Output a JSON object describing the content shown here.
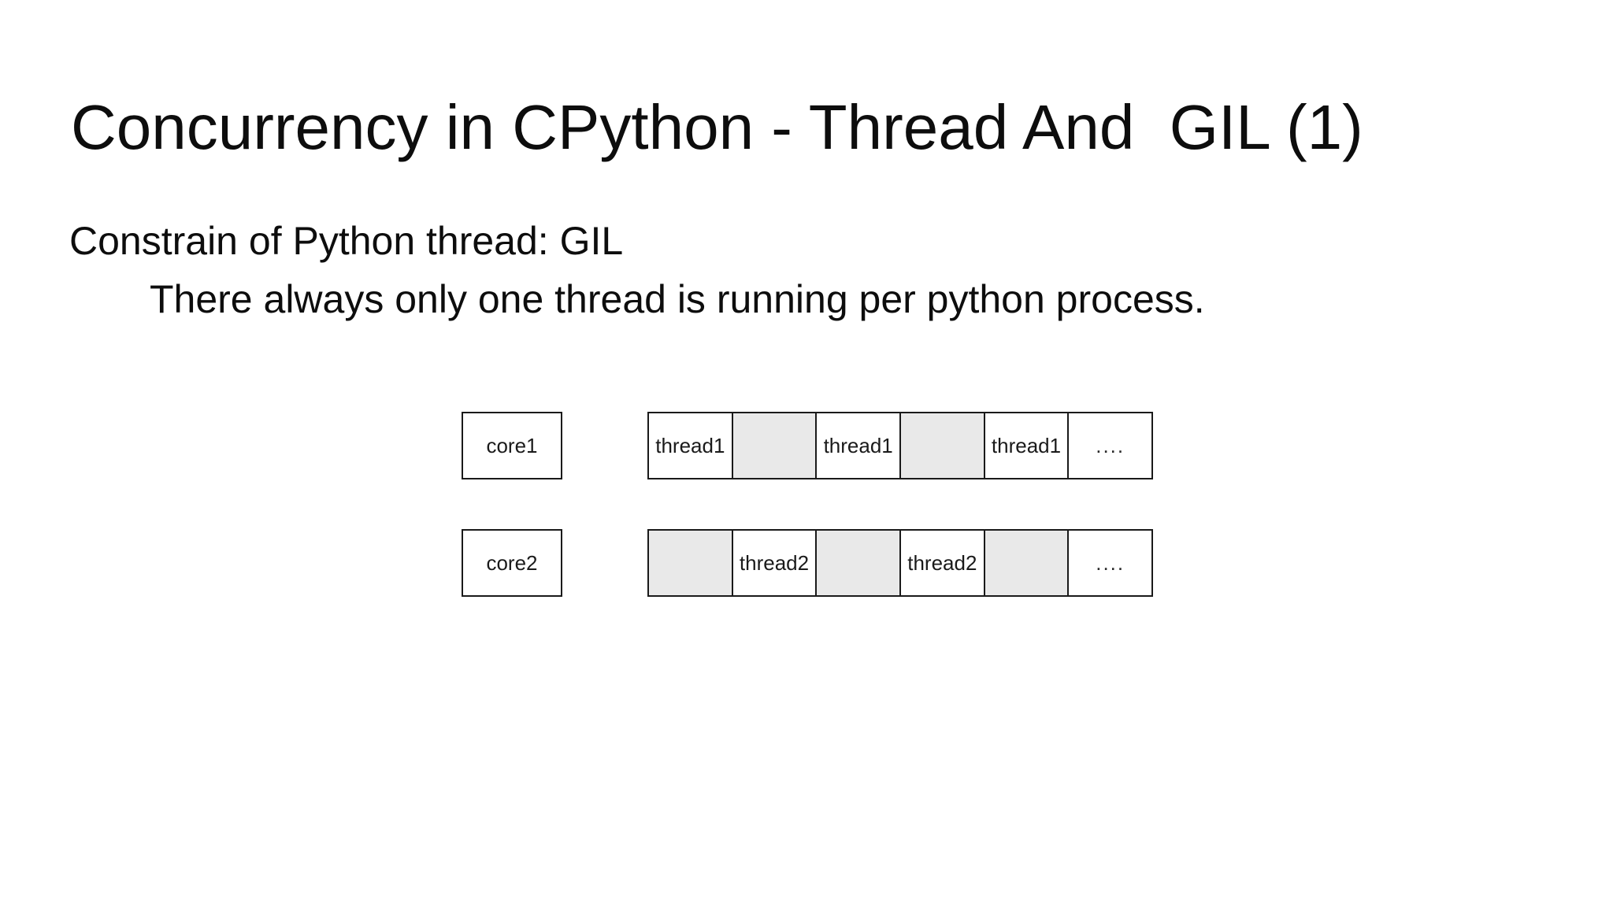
{
  "slide": {
    "title": "Concurrency in CPython - Thread And  GIL (1)",
    "body": {
      "line1": "Constrain of Python thread: GIL",
      "line2": "There always only one thread is running per python process."
    }
  },
  "diagram": {
    "rows": [
      {
        "core_label": "core1",
        "cells": [
          {
            "label": "thread1",
            "shaded": false
          },
          {
            "label": "",
            "shaded": true
          },
          {
            "label": "thread1",
            "shaded": false
          },
          {
            "label": "",
            "shaded": true
          },
          {
            "label": "thread1",
            "shaded": false
          },
          {
            "label": "....",
            "shaded": false
          }
        ]
      },
      {
        "core_label": "core2",
        "cells": [
          {
            "label": "",
            "shaded": true
          },
          {
            "label": "thread2",
            "shaded": false
          },
          {
            "label": "",
            "shaded": true
          },
          {
            "label": "thread2",
            "shaded": false
          },
          {
            "label": "",
            "shaded": true
          },
          {
            "label": "....",
            "shaded": false
          }
        ]
      }
    ],
    "colors": {
      "background": "#ffffff",
      "shaded_fill": "#e9e9e9",
      "border": "#1a1a1a",
      "text": "#111111"
    }
  }
}
